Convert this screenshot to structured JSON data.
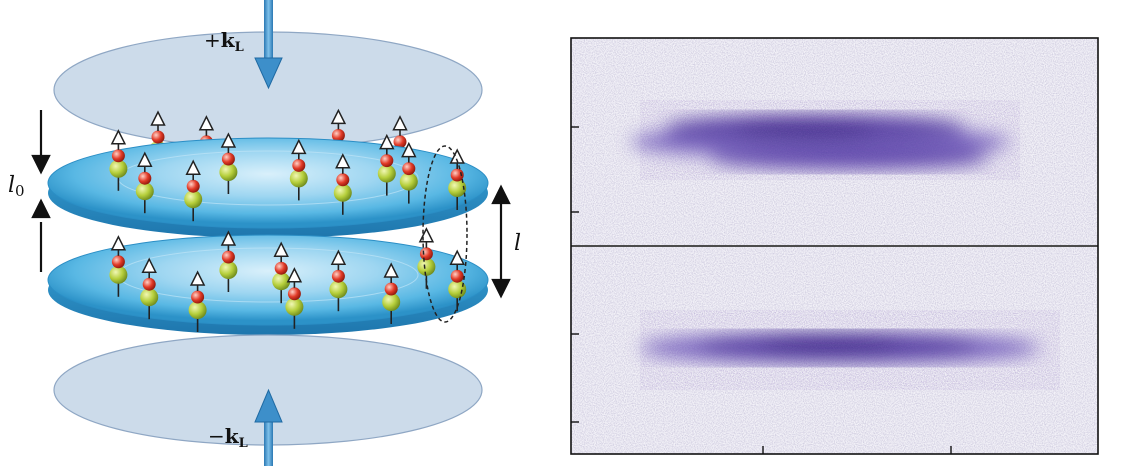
{
  "labels": {
    "k_plus_sign": "+",
    "k_plus_main": "k",
    "k_plus_sub": "L",
    "k_minus_sign": "−",
    "k_minus_main": "k",
    "k_minus_sub": "L",
    "l0_main": "l",
    "l0_sub": "0",
    "l_label": "l"
  },
  "colors": {
    "beam": "#3f8fc6",
    "outer_disk": "#c9d7e7",
    "layer_disk": "#4bb3e1",
    "atom_green": "#b6cf3c",
    "atom_red": "#e23b28",
    "cloud": "#4a2a9e"
  },
  "upper_layer_atoms": [
    {
      "u": 0.16,
      "v": 0.28
    },
    {
      "u": 0.22,
      "v": 0.42
    },
    {
      "u": 0.33,
      "v": 0.47
    },
    {
      "u": 0.41,
      "v": 0.3
    },
    {
      "u": 0.57,
      "v": 0.34
    },
    {
      "u": 0.67,
      "v": 0.43
    },
    {
      "u": 0.77,
      "v": 0.31
    },
    {
      "u": 0.82,
      "v": 0.36
    },
    {
      "u": 0.93,
      "v": 0.4
    }
  ],
  "lower_layer_atoms": [
    {
      "u": 0.16,
      "v": 0.38
    },
    {
      "u": 0.23,
      "v": 0.52
    },
    {
      "u": 0.34,
      "v": 0.6
    },
    {
      "u": 0.41,
      "v": 0.35
    },
    {
      "u": 0.53,
      "v": 0.42
    },
    {
      "u": 0.56,
      "v": 0.58
    },
    {
      "u": 0.66,
      "v": 0.47
    },
    {
      "u": 0.78,
      "v": 0.55
    },
    {
      "u": 0.86,
      "v": 0.33
    },
    {
      "u": 0.93,
      "v": 0.47
    }
  ],
  "upper_top_atoms": [
    {
      "u": 0.25,
      "v": 0.1
    },
    {
      "u": 0.36,
      "v": 0.13
    },
    {
      "u": 0.66,
      "v": 0.09
    },
    {
      "u": 0.8,
      "v": 0.13
    }
  ]
}
